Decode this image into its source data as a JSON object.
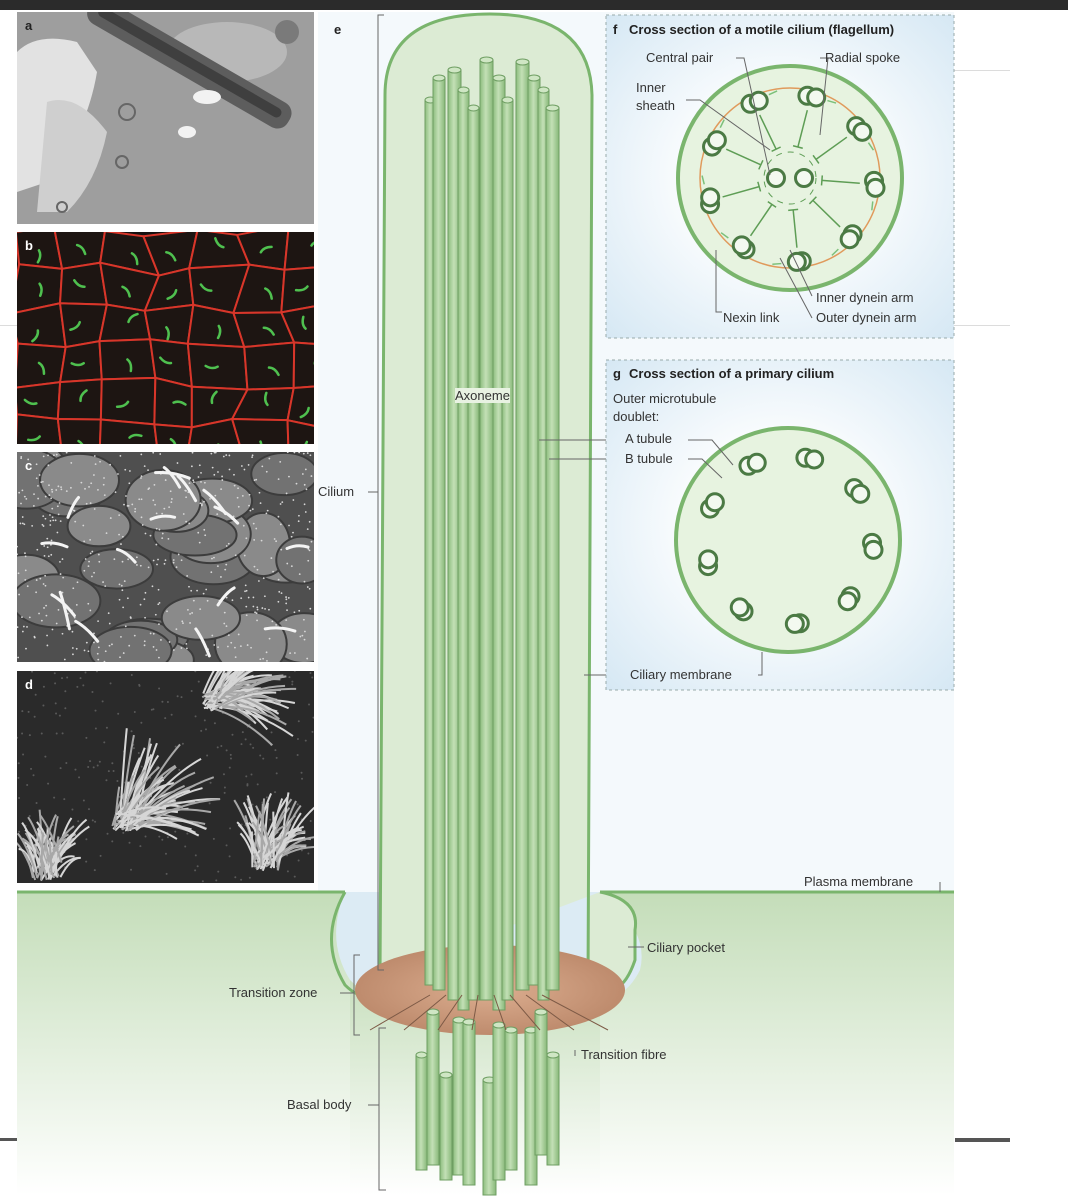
{
  "panels": {
    "a": "a",
    "b": "b",
    "c": "c",
    "d": "d",
    "e": "e",
    "f_letter": "f",
    "f_title": "Cross section of a motile cilium (flagellum)",
    "g_letter": "g",
    "g_title": "Cross section of a primary cilium"
  },
  "labels": {
    "cilium": "Cilium",
    "axoneme": "Axoneme",
    "transition_zone": "Transition zone",
    "basal_body": "Basal body",
    "plasma_membrane": "Plasma membrane",
    "ciliary_pocket": "Ciliary pocket",
    "transition_fibre": "Transition fibre",
    "ciliary_membrane": "Ciliary membrane",
    "central_pair": "Central pair",
    "radial_spoke": "Radial spoke",
    "inner_sheath_1": "Inner",
    "inner_sheath_2": "sheath",
    "inner_dynein_arm": "Inner dynein arm",
    "outer_dynein_arm": "Outer dynein arm",
    "nexin_link": "Nexin link",
    "outer_doublet_1": "Outer microtubule",
    "outer_doublet_2": "doublet:",
    "a_tubule": "A tubule",
    "b_tubule": "B tubule"
  },
  "colors": {
    "tubule": "#a9cf9a",
    "tubule_edge": "#6e9e62",
    "membrane": "#7ab56d",
    "cilium_fill": "#dcebd4",
    "panel_bg": "#e4f0f8",
    "transition_zone": "#c99a7c",
    "fluorescence_red": "#d8362a",
    "fluorescence_green": "#4fc04f"
  }
}
